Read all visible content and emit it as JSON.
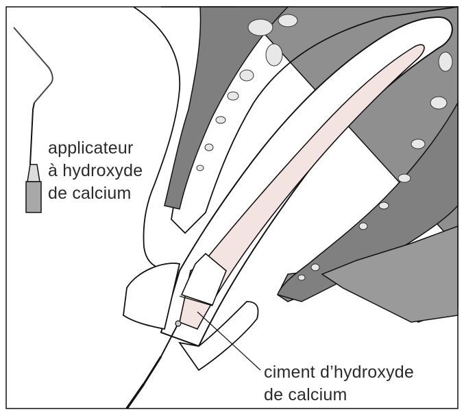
{
  "labels": {
    "applicator": [
      "applicateur",
      "à hydroxyde",
      "de calcium"
    ],
    "cement": [
      "ciment d’hydroxyde",
      "de calcium"
    ]
  },
  "icons": {
    "instrument": "calcium-hydroxide-applicator-icon",
    "probe": "probe-tip-icon"
  },
  "colors": {
    "bone_light": "#d6d6d6",
    "bone_dark": "#8a8a8a",
    "tissue_gray": "#b8b8b8",
    "pulp_pink": "#f1e3e0",
    "outline": "#1a1a1a",
    "background": "#ffffff"
  }
}
